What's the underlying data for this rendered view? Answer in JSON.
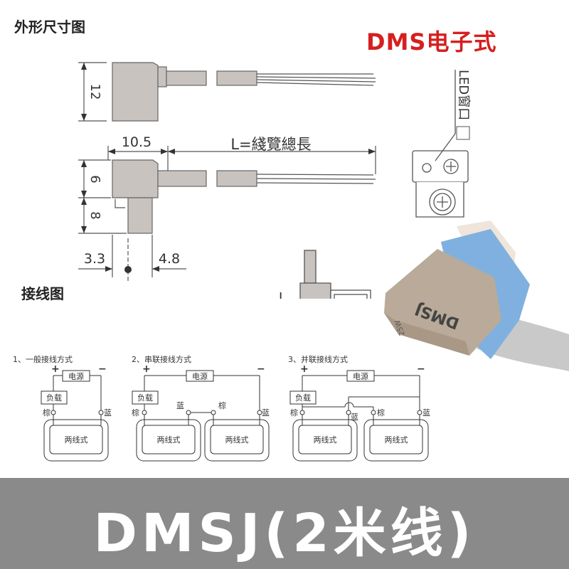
{
  "header": {
    "dimension_title": "外形尺寸图",
    "brand_title": "DMS电子式"
  },
  "dimensions": {
    "height_top": "12",
    "width_offset": "10.5",
    "cable_length": "L=綫覽總長",
    "height_upper": "6",
    "height_lower": "8",
    "left_offset": "3.3",
    "right_offset": "4.8",
    "led_window": "LED窗口",
    "j_label": "J"
  },
  "product": {
    "body_text": "DMSJ",
    "small_text": "25W"
  },
  "wiring": {
    "title": "接线图",
    "diagrams": [
      {
        "title": "1、一般接线方式",
        "power": "电源",
        "load": "负载",
        "brown": "棕",
        "blue": "蓝",
        "sensors": [
          "两线式"
        ],
        "plus": "+",
        "minus": "−"
      },
      {
        "title": "2、串联接线方式",
        "power": "电源",
        "load": "负载",
        "brown": "棕",
        "blue": "蓝",
        "brown2": "棕",
        "blue2": "蓝",
        "sensors": [
          "两线式",
          "两线式"
        ],
        "plus": "+",
        "minus": "−"
      },
      {
        "title": "3、并联接线方式",
        "power": "电源",
        "load": "负载",
        "brown": "棕",
        "blue": "蓝",
        "brown2": "棕",
        "blue2": "蓝",
        "sensors": [
          "两线式",
          "两线式"
        ],
        "plus": "+",
        "minus": "−"
      }
    ]
  },
  "footer": {
    "label": "DMSJ(2米线)"
  },
  "colors": {
    "brand": "#d61f1f",
    "footer_bg": "#8a8a8a",
    "sensor_body": "#b9aa99",
    "sensor_cap": "#7fb0e0",
    "cable": "#c9c9c9"
  }
}
